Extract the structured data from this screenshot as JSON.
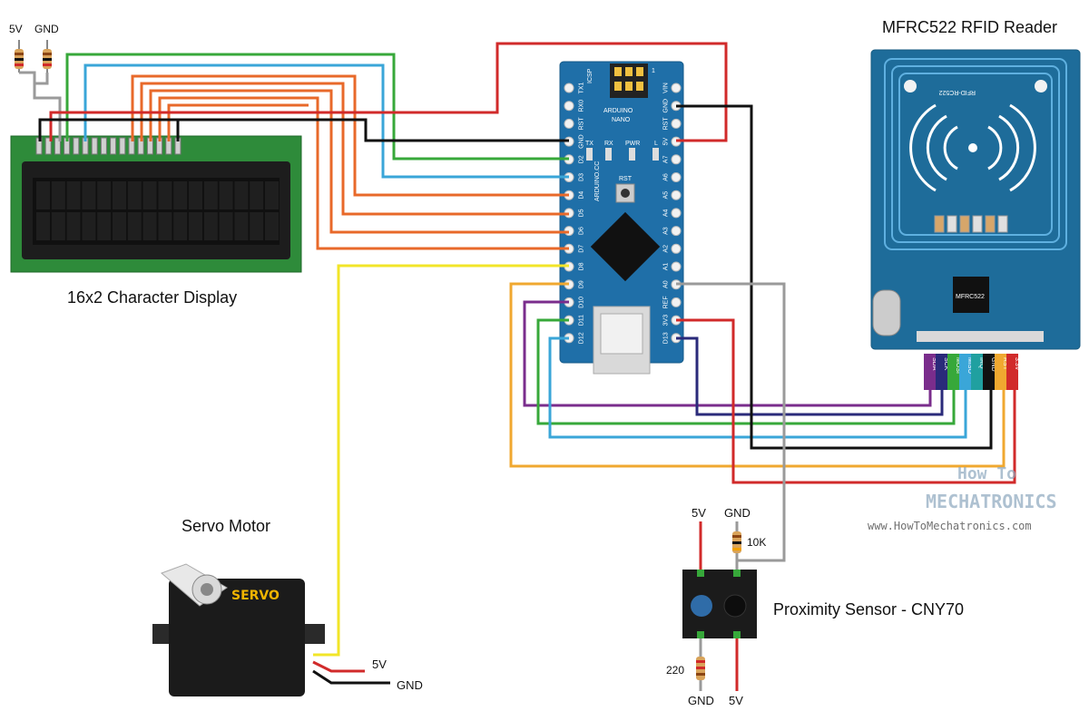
{
  "labels": {
    "rfid_title": "MFRC522 RFID Reader",
    "rfid_board_text": "RFID-RC522",
    "rfid_chip": "MFRC522",
    "lcd_title": "16x2 Character Display",
    "servo_title": "Servo Motor",
    "servo_brand": "SERVO",
    "prox_title": "Proximity Sensor - CNY70",
    "arduino_name": "ARDUINO",
    "arduino_model": "NANO",
    "arduino_cc": "ARDUINO.CC",
    "icsp": "ICSP",
    "one": "1",
    "rst_btn": "RST",
    "led_tx": "TX",
    "led_rx": "RX",
    "led_pwr": "PWR",
    "led_l": "L",
    "res_5v": "5V",
    "res_gnd": "GND",
    "servo_5v": "5V",
    "servo_gnd": "GND",
    "prox_5v_top": "5V",
    "prox_gnd_top": "GND",
    "res_10k": "10K",
    "res_220": "220",
    "prox_gnd_bottom": "GND",
    "prox_5v_bottom": "5V",
    "watermark_a": "How To",
    "watermark_b": "MECHATRONICS",
    "watermark_url": "www.HowToMechatronics.com"
  },
  "nano_left_pins": [
    "TX1",
    "RX0",
    "RST",
    "GND",
    "D2",
    "D3",
    "D4",
    "D5",
    "D6",
    "D7",
    "D8",
    "D9",
    "D10",
    "D11",
    "D12"
  ],
  "nano_right_pins": [
    "VIN",
    "GND",
    "RST",
    "5V",
    "A7",
    "A6",
    "A5",
    "A4",
    "A3",
    "A2",
    "A1",
    "A0",
    "REF",
    "3V3",
    "D13"
  ],
  "rfid_pins": [
    "SDA",
    "SCK",
    "MOSI",
    "MISO",
    "IRQ",
    "GND",
    "RST",
    "3.3V"
  ],
  "colors": {
    "lcd_pcb": "#2e8b3a",
    "nano_pcb": "#1f6fa8",
    "rfid_pcb": "#1e6c9a",
    "red": "#d12a2a",
    "black": "#111111",
    "green": "#37a83a",
    "blue": "#3aa6d8",
    "orange": "#e8692a",
    "yellow": "#f2e528",
    "grey": "#9a9a9a",
    "purple": "#7a2d8c",
    "navy": "#2a2a7a",
    "gold": "#f0a830"
  }
}
